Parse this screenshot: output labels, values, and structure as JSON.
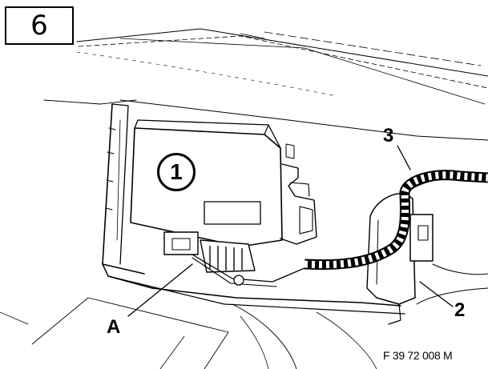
{
  "step_number": "6",
  "callouts": {
    "circled": "1",
    "a": "A",
    "two": "2",
    "three": "3"
  },
  "figure_code": "F 39 72 008 M",
  "colors": {
    "line": "#000000",
    "background": "#ffffff",
    "hatch": "#555555"
  }
}
